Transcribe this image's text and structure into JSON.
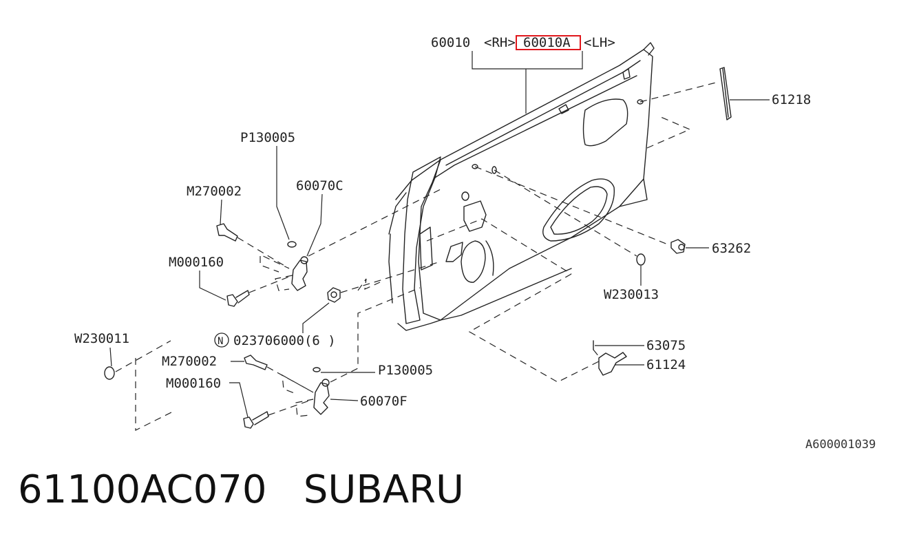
{
  "header": {
    "num_rh": "60010",
    "tag_rh": "<RH>",
    "num_lh": "60010A",
    "tag_lh": "<LH>"
  },
  "labels": {
    "p1": "61218",
    "p2": "P130005",
    "p3": "M270002",
    "p4": "60070C",
    "p5": "M000160",
    "p6": "63262",
    "p7": "W230013",
    "p8": "023706000(6 )",
    "p9": "W230011",
    "p10": "M270002",
    "p11": "63075",
    "p12": "61124",
    "p13": "P130005",
    "p14": "M000160",
    "p15": "60070F"
  },
  "circled_marker": "N",
  "diagram_code": "A600001039",
  "footer": {
    "part_number": "61100AC070",
    "brand": "SUBARU"
  },
  "colors": {
    "highlight": "#e0161b",
    "line": "#222222"
  }
}
